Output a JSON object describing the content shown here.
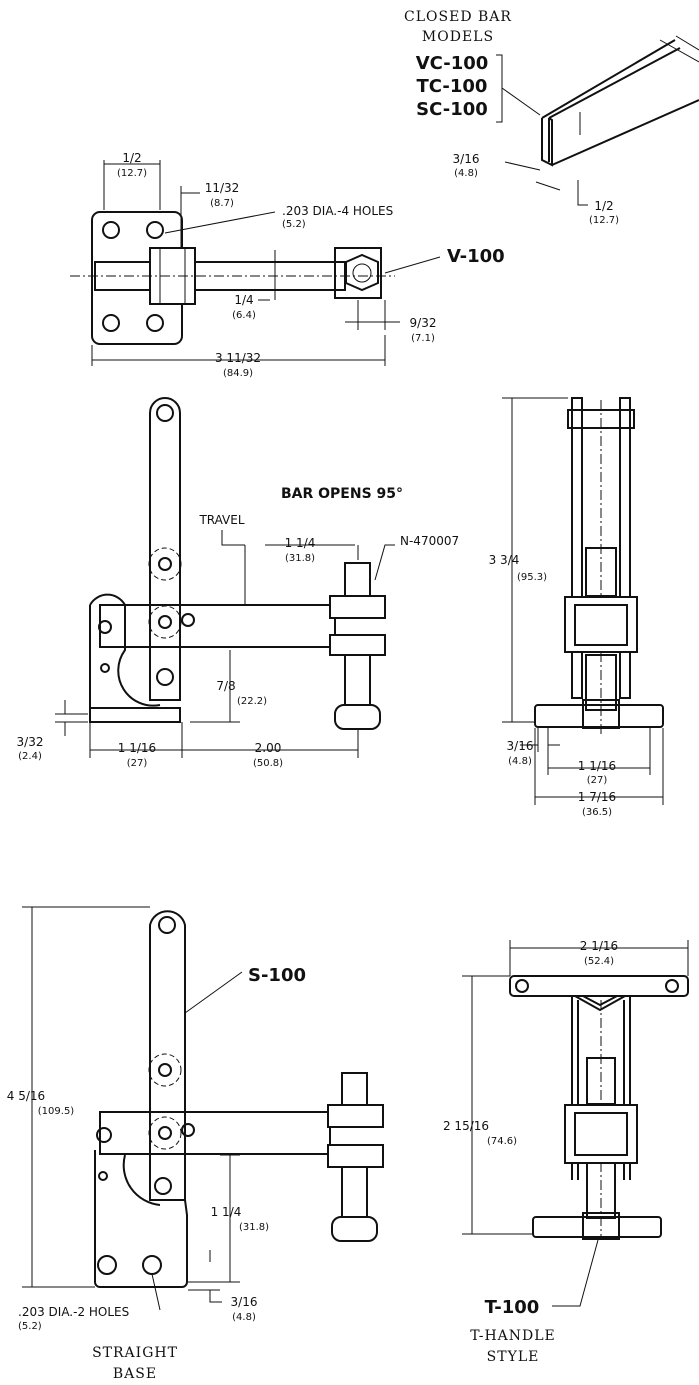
{
  "closed_bar": {
    "title_line1": "CLOSED BAR",
    "title_line2": "MODELS",
    "models": [
      "VC-100",
      "TC-100",
      "SC-100"
    ],
    "dim_3_16": "3/16",
    "dim_3_16_mm": "(4.8)",
    "dim_1_2": "1/2",
    "dim_1_2_mm": "(12.7)"
  },
  "top_view": {
    "dim_1_2": "1/2",
    "dim_1_2_mm": "(12.7)",
    "dim_11_32": "11/32",
    "dim_11_32_mm": "(8.7)",
    "holes": ".203 DIA.-4 HOLES",
    "holes_mm": "(5.2)",
    "model": "V-100",
    "dim_1_4": "1/4",
    "dim_1_4_mm": "(6.4)",
    "dim_9_32": "9/32",
    "dim_9_32_mm": "(7.1)",
    "dim_overall": "3 11/32",
    "dim_overall_mm": "(84.9)"
  },
  "side_view": {
    "bar_opens": "BAR OPENS 95°",
    "travel": "TRAVEL",
    "dim_1_1_4": "1 1/4",
    "dim_1_1_4_mm": "(31.8)",
    "part_no": "N-470007",
    "dim_7_8": "7/8",
    "dim_7_8_mm": "(22.2)",
    "dim_3_32": "3/32",
    "dim_3_32_mm": "(2.4)",
    "dim_1_1_16": "1 1/16",
    "dim_1_1_16_mm": "(27)",
    "dim_2_00": "2.00",
    "dim_2_00_mm": "(50.8)"
  },
  "end_view": {
    "dim_3_3_4": "3 3/4",
    "dim_3_3_4_mm": "(95.3)",
    "dim_3_16": "3/16",
    "dim_3_16_mm": "(4.8)",
    "dim_1_1_16": "1 1/16",
    "dim_1_1_16_mm": "(27)",
    "dim_1_7_16": "1 7/16",
    "dim_1_7_16_mm": "(36.5)"
  },
  "straight_base": {
    "model": "S-100",
    "dim_4_5_16": "4 5/16",
    "dim_4_5_16_mm": "(109.5)",
    "dim_1_1_4": "1 1/4",
    "dim_1_1_4_mm": "(31.8)",
    "dim_3_16": "3/16",
    "dim_3_16_mm": "(4.8)",
    "holes": ".203 DIA.-2 HOLES",
    "holes_mm": "(5.2)",
    "caption_line1": "STRAIGHT",
    "caption_line2": "BASE"
  },
  "t_handle": {
    "dim_2_1_16": "2 1/16",
    "dim_2_1_16_mm": "(52.4)",
    "dim_2_15_16": "2 15/16",
    "dim_2_15_16_mm": "(74.6)",
    "model": "T-100",
    "caption_line1": "T-HANDLE",
    "caption_line2": "STYLE"
  }
}
